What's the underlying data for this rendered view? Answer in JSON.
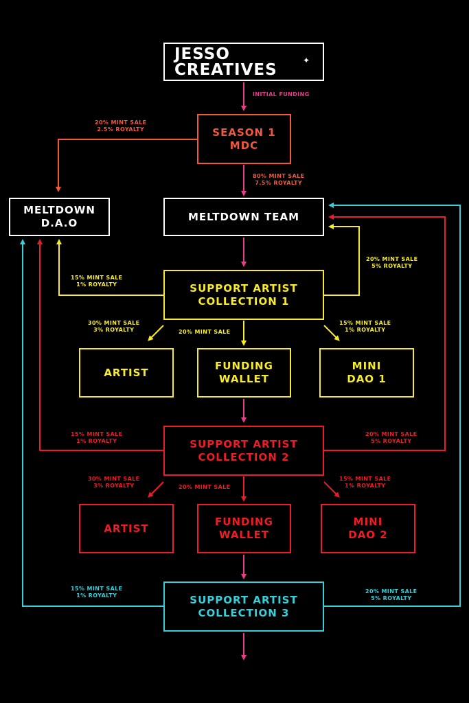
{
  "logo": {
    "line1": "JESSO",
    "line2": "CREATIVES",
    "star": "✦"
  },
  "nodes": {
    "season1": {
      "line1": "SEASON 1",
      "line2": "MDC"
    },
    "dao": {
      "line1": "MELTDOWN",
      "line2": "D.A.O"
    },
    "team": {
      "line1": "MELTDOWN TEAM"
    },
    "sac1": {
      "line1": "SUPPORT ARTIST",
      "line2": "COLLECTION 1"
    },
    "artist1": {
      "line1": "ARTIST"
    },
    "wallet1": {
      "line1": "FUNDING",
      "line2": "WALLET"
    },
    "minidao1": {
      "line1": "MINI",
      "line2": "DAO 1"
    },
    "sac2": {
      "line1": "SUPPORT ARTIST",
      "line2": "COLLECTION 2"
    },
    "artist2": {
      "line1": "ARTIST"
    },
    "wallet2": {
      "line1": "FUNDING",
      "line2": "WALLET"
    },
    "minidao2": {
      "line1": "MINI",
      "line2": "DAO 2"
    },
    "sac3": {
      "line1": "SUPPORT ARTIST",
      "line2": "COLLECTION 3"
    }
  },
  "labels": {
    "initial": {
      "line1": "INITIAL FUNDING"
    },
    "s1_dao": {
      "line1": "20% MINT SALE",
      "line2": "2.5% ROYALTY"
    },
    "s1_team": {
      "line1": "80% MINT SALE",
      "line2": "7.5% ROYALTY"
    },
    "c1_dao": {
      "line1": "15% MINT SALE",
      "line2": "1% ROYALTY"
    },
    "c1_team": {
      "line1": "20% MINT SALE",
      "line2": "5% ROYALTY"
    },
    "c1_artist": {
      "line1": "30% MINT SALE",
      "line2": "3% ROYALTY"
    },
    "c1_wallet": {
      "line1": "20% MINT SALE"
    },
    "c1_mini": {
      "line1": "15% MINT SALE",
      "line2": "1% ROYALTY"
    },
    "c2_dao": {
      "line1": "15% MINT SALE",
      "line2": "1% ROYALTY"
    },
    "c2_team": {
      "line1": "20% MINT SALE",
      "line2": "5% ROYALTY"
    },
    "c2_artist": {
      "line1": "30% MINT SALE",
      "line2": "3% ROYALTY"
    },
    "c2_wallet": {
      "line1": "20% MINT SALE"
    },
    "c2_mini": {
      "line1": "15% MINT SALE",
      "line2": "1% ROYALTY"
    },
    "c3_dao": {
      "line1": "15% MINT SALE",
      "line2": "1% ROYALTY"
    },
    "c3_team": {
      "line1": "20% MINT SALE",
      "line2": "5% ROYALTY"
    }
  },
  "colors": {
    "white": "#ffffff",
    "orange": "#f0593e",
    "yellow": "#f8ec2a",
    "red": "#ee1c25",
    "cyan": "#35d0dc",
    "magenta": "#e83e8c"
  }
}
